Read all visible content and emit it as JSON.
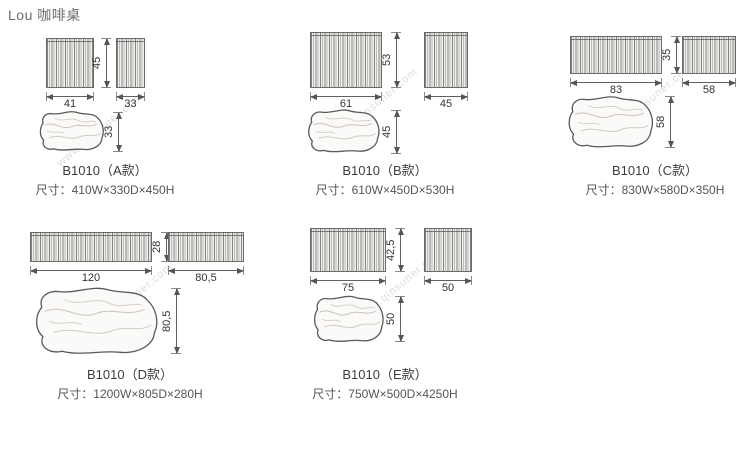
{
  "page": {
    "title": "Lou 咖啡桌",
    "watermark": "www.qinsuner.com"
  },
  "variants": [
    {
      "name": "A",
      "label": "B1010（A款）",
      "size": "尺寸：410W×330D×450H",
      "dims": {
        "front_width": "41",
        "front_height": "45",
        "side_width": "33",
        "top_depth": "33"
      }
    },
    {
      "name": "B",
      "label": "B1010（B款）",
      "size": "尺寸：610W×450D×530H",
      "dims": {
        "front_width": "61",
        "front_height": "53",
        "side_width": "45",
        "top_depth": "45"
      }
    },
    {
      "name": "C",
      "label": "B1010（C款）",
      "size": "尺寸：830W×580D×350H",
      "dims": {
        "front_width": "83",
        "front_height": "35",
        "side_width": "58",
        "top_depth": "58"
      }
    },
    {
      "name": "D",
      "label": "B1010（D款）",
      "size": "尺寸：1200W×805D×280H",
      "dims": {
        "front_width": "120",
        "front_height": "28",
        "side_width": "80,5",
        "top_depth": "80,5"
      }
    },
    {
      "name": "E",
      "label": "B1010（E款）",
      "size": "尺寸：750W×500D×4250H",
      "dims": {
        "front_width": "75",
        "front_height": "42,5",
        "side_width": "50",
        "top_depth": "50"
      }
    }
  ]
}
